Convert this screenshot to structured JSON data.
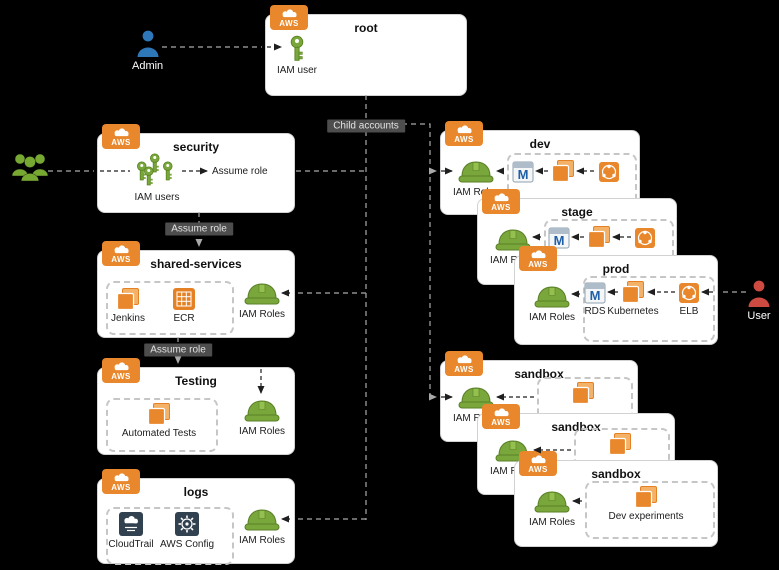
{
  "labels": {
    "aws_badge": "AWS",
    "child_accounts": "Child accounts",
    "assume_role": "Assume role"
  },
  "actors": {
    "admin": {
      "label": "Admin",
      "icon": "admin-person-icon"
    },
    "organization_users": {
      "icon": "users-group-icon"
    },
    "user": {
      "label": "User",
      "icon": "user-person-icon"
    }
  },
  "accounts": {
    "root": {
      "title": "root",
      "iam_user_label": "IAM user"
    },
    "security": {
      "title": "security",
      "iam_users_label": "IAM users",
      "assume_role_label": "Assume role"
    },
    "shared_services": {
      "title": "shared-services",
      "services": [
        {
          "label": "Jenkins",
          "icon": "stack-icon"
        },
        {
          "label": "ECR",
          "icon": "registry-icon"
        }
      ],
      "iam_roles_label": "IAM Roles"
    },
    "testing": {
      "title": "Testing",
      "services": [
        {
          "label": "Automated Tests",
          "icon": "stack-icon"
        }
      ],
      "iam_roles_label": "IAM Roles"
    },
    "logs": {
      "title": "logs",
      "services": [
        {
          "label": "CloudTrail",
          "icon": "cloudtrail-icon"
        },
        {
          "label": "AWS Config",
          "icon": "config-icon"
        }
      ],
      "iam_roles_label": "IAM Roles"
    },
    "dev": {
      "title": "dev",
      "iam_roles_label": "IAM Roles"
    },
    "stage": {
      "title": "stage",
      "iam_roles_label": "IAM Roles"
    },
    "prod": {
      "title": "prod",
      "iam_roles_label": "IAM Roles",
      "services": [
        {
          "label": "RDS",
          "icon": "rds-database-icon"
        },
        {
          "label": "Kubernetes",
          "icon": "stack-icon"
        },
        {
          "label": "ELB",
          "icon": "elb-icon"
        }
      ]
    },
    "sandbox_1": {
      "title": "sandbox",
      "iam_roles_label": "IAM Roles"
    },
    "sandbox_2": {
      "title": "sandbox",
      "iam_roles_label": "IAM Roles"
    },
    "sandbox_3": {
      "title": "sandbox",
      "iam_roles_label": "IAM Roles",
      "services": [
        {
          "label": "Dev experiments",
          "icon": "stack-icon"
        }
      ]
    }
  },
  "icons": {
    "rds_glyph": "M"
  },
  "colors": {
    "background": "#000000",
    "aws_orange": "#e8872b",
    "service_orange": "#e48125",
    "iam_green": "#7aa73c",
    "admin_blue": "#2e77b8",
    "user_red": "#cf4a41",
    "dark_icon_slate": "#324150",
    "card_white": "#ffffff"
  }
}
